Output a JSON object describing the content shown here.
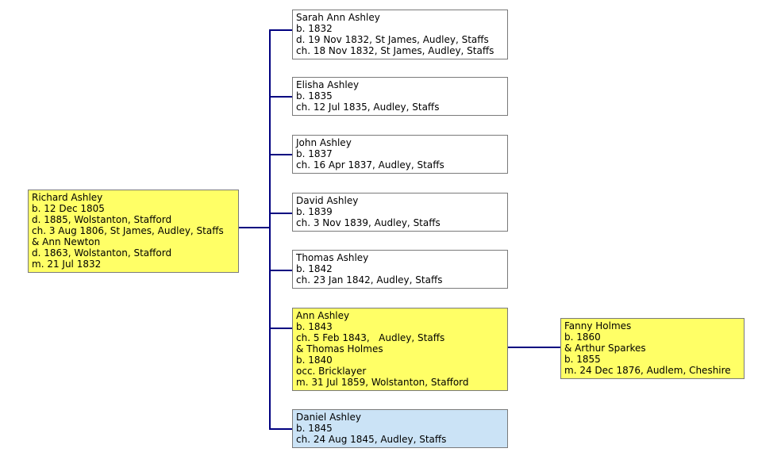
{
  "title": "Ashley family descendant chart",
  "colors": {
    "connector": "#000080",
    "box_border": "#7a7a7a",
    "highlight_fill": "#ffff66",
    "selected_fill": "#cbe3f6",
    "plain_fill": "#ffffff"
  },
  "boxes": {
    "richard": {
      "lines": [
        "Richard Ashley",
        "b. 12 Dec 1805",
        "d. 1885, Wolstanton, Stafford",
        "ch. 3 Aug 1806, St James, Audley, Staffs",
        "& Ann Newton",
        "d. 1863, Wolstanton, Stafford",
        "m. 21 Jul 1832"
      ]
    },
    "sarah": {
      "lines": [
        "Sarah Ann Ashley",
        "b. 1832",
        "d. 19 Nov 1832, St James, Audley, Staffs",
        "ch. 18 Nov 1832, St James, Audley, Staffs"
      ]
    },
    "elisha": {
      "lines": [
        "Elisha Ashley",
        "b. 1835",
        "ch. 12 Jul 1835, Audley, Staffs"
      ]
    },
    "john": {
      "lines": [
        "John Ashley",
        "b. 1837",
        "ch. 16 Apr 1837, Audley, Staffs"
      ]
    },
    "david": {
      "lines": [
        "David Ashley",
        "b. 1839",
        "ch. 3 Nov 1839, Audley, Staffs"
      ]
    },
    "thomas": {
      "lines": [
        "Thomas Ashley",
        "b. 1842",
        "ch. 23 Jan 1842, Audley, Staffs"
      ]
    },
    "ann": {
      "lines": [
        "Ann Ashley",
        "b. 1843",
        "ch. 5 Feb 1843,   Audley, Staffs",
        "& Thomas Holmes",
        "b. 1840",
        "occ. Bricklayer",
        "m. 31 Jul 1859, Wolstanton, Stafford"
      ]
    },
    "daniel": {
      "lines": [
        "Daniel Ashley",
        "b. 1845",
        "ch. 24 Aug 1845, Audley, Staffs"
      ]
    },
    "fanny": {
      "lines": [
        "Fanny Holmes",
        "b. 1860",
        "& Arthur Sparkes",
        "b. 1855",
        "m. 24 Dec 1876, Audlem, Cheshire"
      ]
    }
  }
}
